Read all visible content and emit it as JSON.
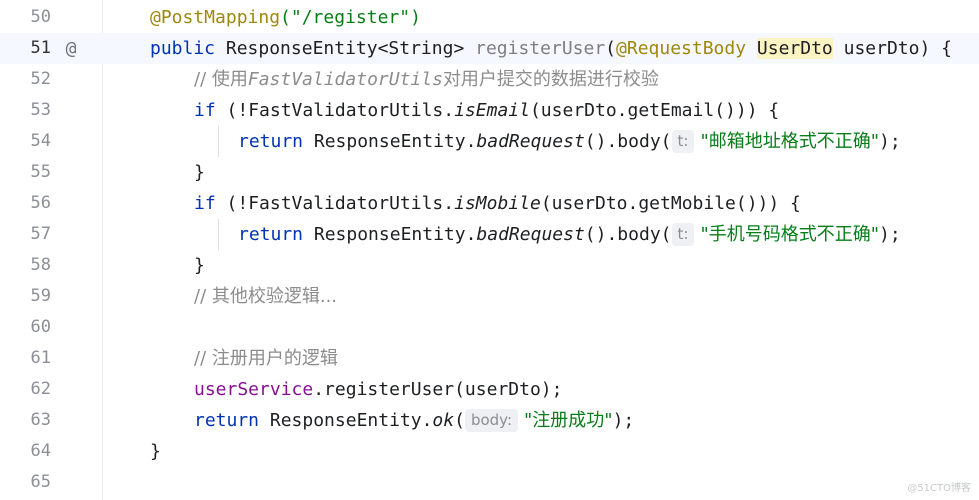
{
  "editor": {
    "line_numbers": [
      "50",
      "51",
      "52",
      "53",
      "54",
      "55",
      "56",
      "57",
      "58",
      "59",
      "60",
      "61",
      "62",
      "63",
      "64",
      "65"
    ],
    "gutter_marker": "@",
    "watermark": "@51CTO博客"
  },
  "code": {
    "l50": [
      "@PostMapping",
      "(\"/register\")"
    ],
    "l51": [
      "public",
      " ResponseEntity<String> ",
      "registerUser",
      "(",
      "@RequestBody",
      " ",
      "UserDto",
      " userDto) {"
    ],
    "l52": [
      "// 使用",
      "FastValidatorUtils",
      "对用户提交的数据进行校验"
    ],
    "l53": [
      "if",
      " (!FastValidatorUtils.",
      "isEmail",
      "(userDto.getEmail())) {"
    ],
    "l54": [
      "return",
      " ResponseEntity.",
      "badRequest",
      "().body(",
      "t:",
      "\"邮箱地址格式不正确\"",
      ");"
    ],
    "l55": [
      "}"
    ],
    "l56": [
      "if",
      " (!FastValidatorUtils.",
      "isMobile",
      "(userDto.getMobile())) {"
    ],
    "l57": [
      "return",
      " ResponseEntity.",
      "badRequest",
      "().body(",
      "t:",
      "\"手机号码格式不正确\"",
      ");"
    ],
    "l58": [
      "}"
    ],
    "l59": [
      "// 其他校验逻辑..."
    ],
    "l61": [
      "// 注册用户的逻辑"
    ],
    "l62": [
      "userService",
      ".registerUser(userDto);"
    ],
    "l63": [
      "return",
      " ResponseEntity.",
      "ok",
      "(",
      "body:",
      "\"注册成功\"",
      ");"
    ],
    "l64": [
      "}"
    ]
  }
}
